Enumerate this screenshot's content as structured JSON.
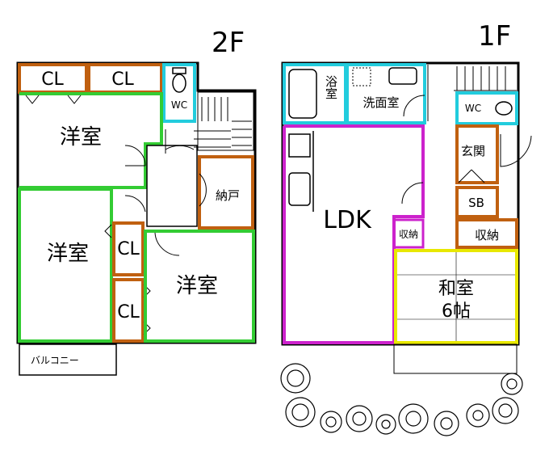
{
  "floors": {
    "second": {
      "label": "2F",
      "rooms": {
        "cl_top_left": "CL",
        "cl_top_right": "CL",
        "wc": "WC",
        "western_1": "洋室",
        "western_2": "洋室",
        "western_3": "洋室",
        "storage": "納戸",
        "cl_mid": "CL",
        "cl_low": "CL",
        "balcony": "バルコニー"
      }
    },
    "first": {
      "label": "1F",
      "rooms": {
        "bath": "浴室",
        "washroom": "洗面室",
        "wc": "WC",
        "entrance": "玄関",
        "shoe_box": "SB",
        "ldk": "LDK",
        "storage_small": "収納",
        "storage": "収納",
        "japanese_room": "和室",
        "japanese_size": "6帖"
      }
    }
  },
  "colors": {
    "wall": "#000000",
    "western_room": "#33cc33",
    "storage_border": "#c06010",
    "wet_area": "#22ccdd",
    "ldk_border": "#cc22cc",
    "japanese_border": "#e8e800"
  }
}
